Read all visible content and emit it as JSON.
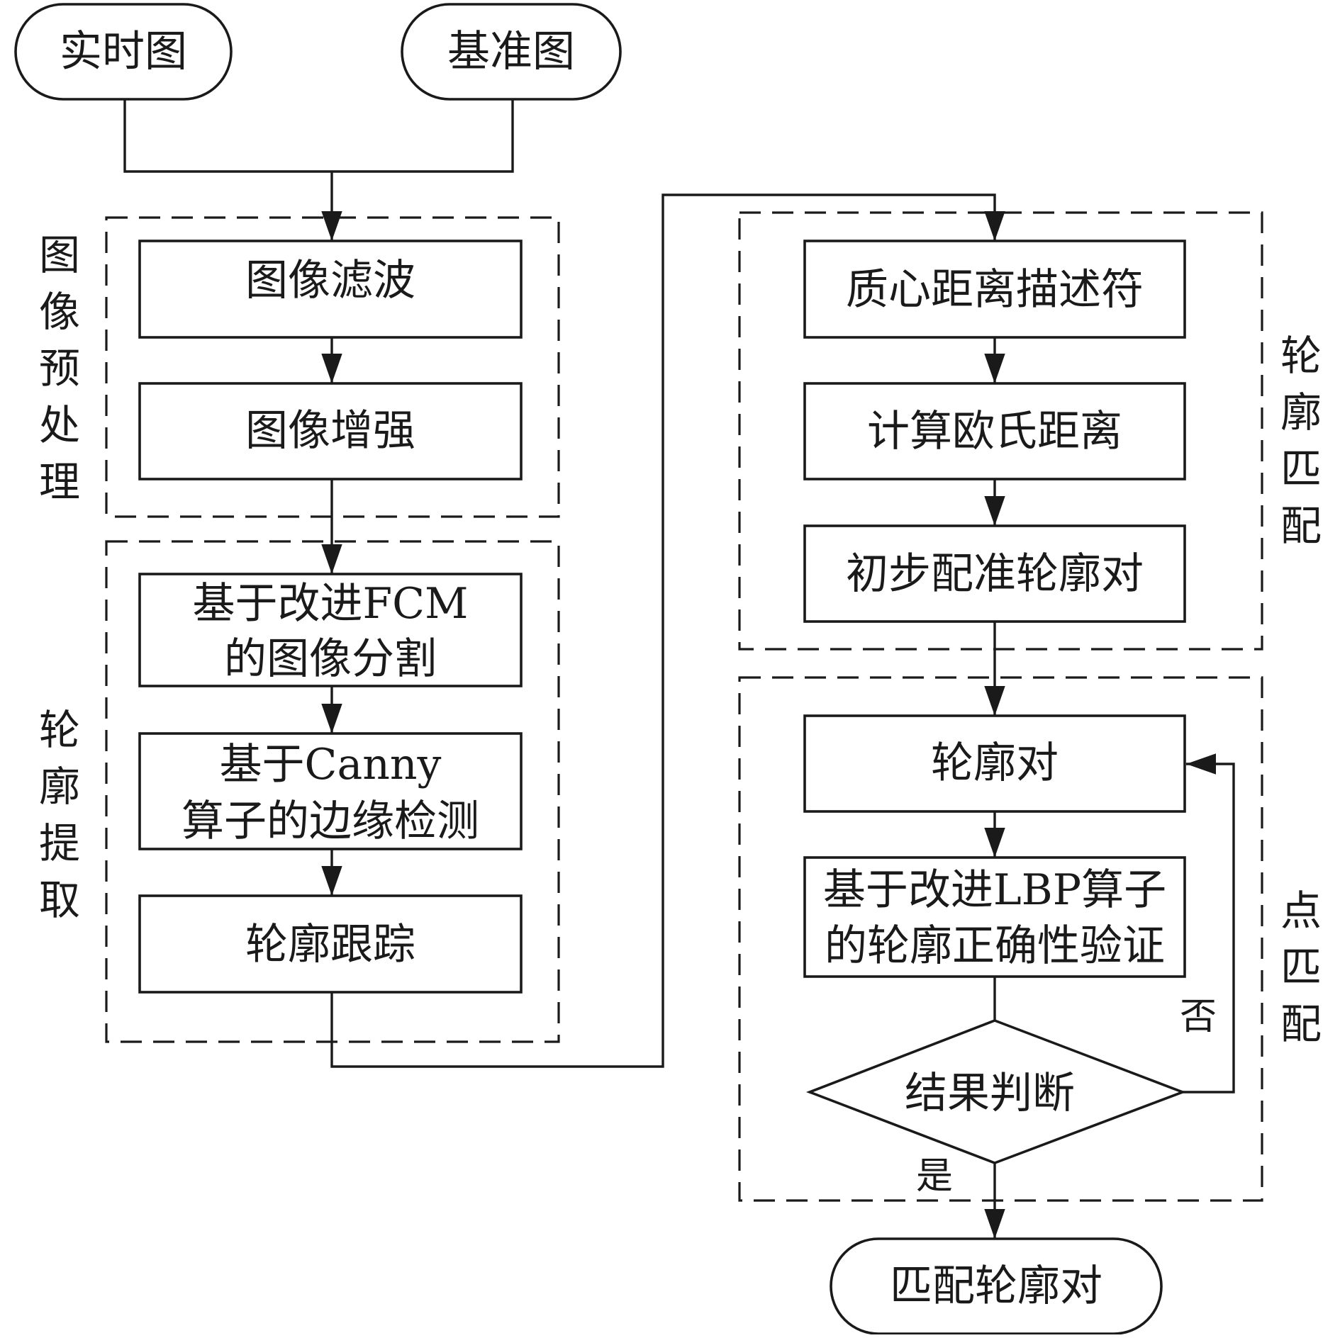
{
  "diagram": {
    "terminals": {
      "realtime": "实时图",
      "reference": "基准图",
      "output": "匹配轮廓对"
    },
    "groups": {
      "preprocessing": {
        "label": "图像预处理",
        "steps": [
          "图像滤波",
          "图像增强"
        ]
      },
      "contour_extraction": {
        "label": "轮廓提取",
        "steps": [
          [
            "基于改进FCM",
            "的图像分割"
          ],
          [
            "基于Canny",
            "算子的边缘检测"
          ],
          [
            "轮廓跟踪"
          ]
        ]
      },
      "contour_matching": {
        "label": "轮廓匹配",
        "steps": [
          "质心距离描述符",
          "计算欧氏距离",
          "初步配准轮廓对"
        ]
      },
      "point_matching": {
        "label": "点匹配",
        "steps": [
          [
            "轮廓对"
          ],
          [
            "基于改进LBP算子",
            "的轮廓正确性验证"
          ]
        ],
        "decision": "结果判断"
      }
    },
    "edge_labels": {
      "no": "否",
      "yes": "是"
    }
  }
}
